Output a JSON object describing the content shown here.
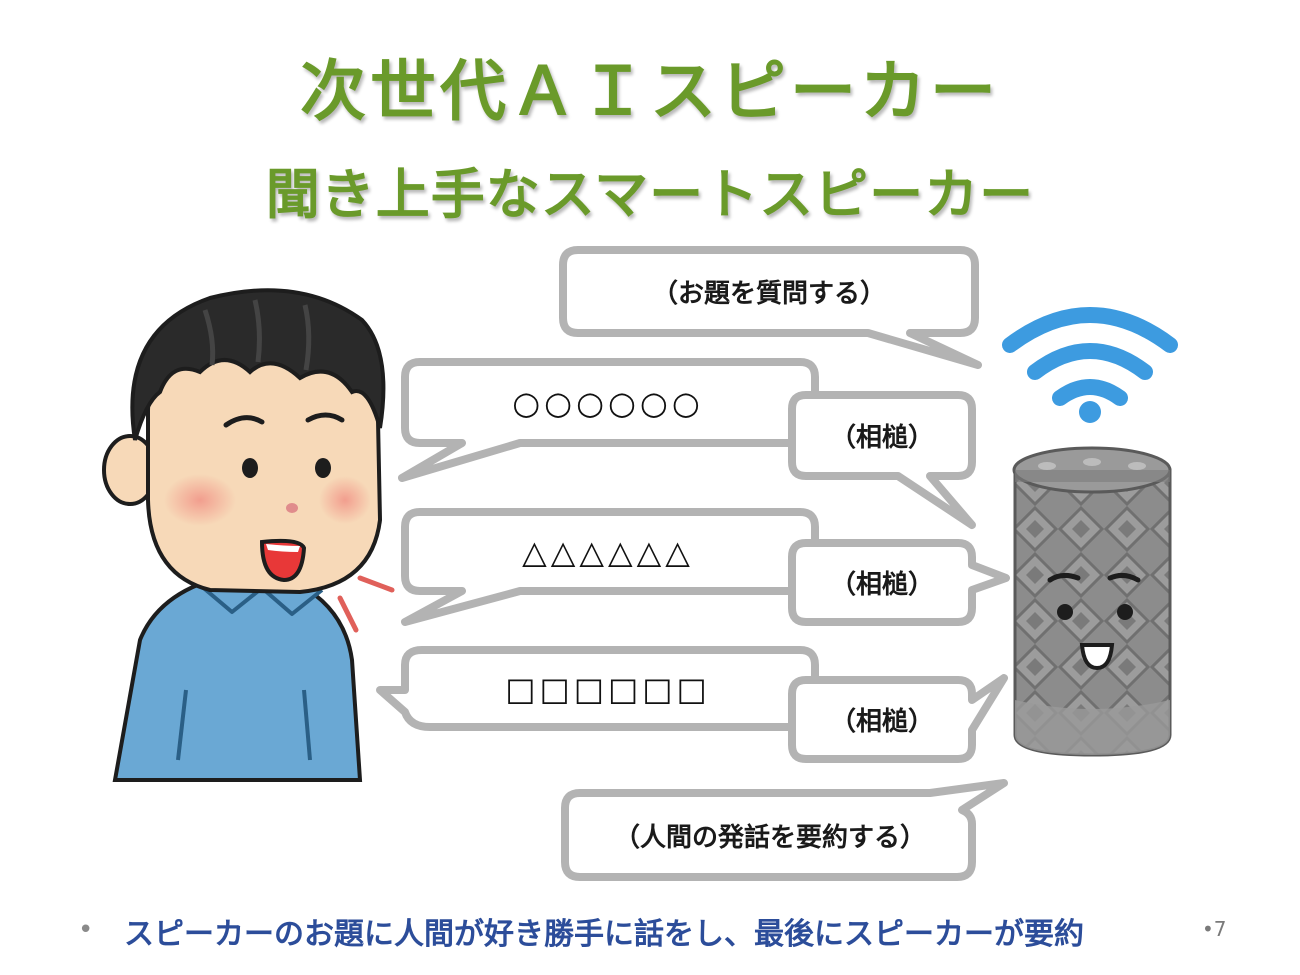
{
  "slide": {
    "title": "次世代ＡＩスピーカー",
    "subtitle": "聞き上手なスマートスピーカー",
    "bubbles": {
      "topic": "（お題を質問する）",
      "utterance1": "○○○○○○",
      "utterance2": "△△△△△△",
      "utterance3": "□□□□□□",
      "aizuchi1": "（相槌）",
      "aizuchi2": "（相槌）",
      "aizuchi3": "（相槌）",
      "summary": "（人間の発話を要約する）"
    },
    "caption": "スピーカーのお題に人間が好き勝手に話をし、最後にスピーカーが要約",
    "page_number": "•7",
    "bullet": "•"
  },
  "colors": {
    "title_green": "#6a9a2a",
    "caption_blue": "#2c4d9a",
    "bubble_border": "#b3b3b3",
    "wifi_blue": "#3d9be0",
    "shirt_blue": "#6aa8d4",
    "speaker_gray": "#8a8a8a"
  }
}
